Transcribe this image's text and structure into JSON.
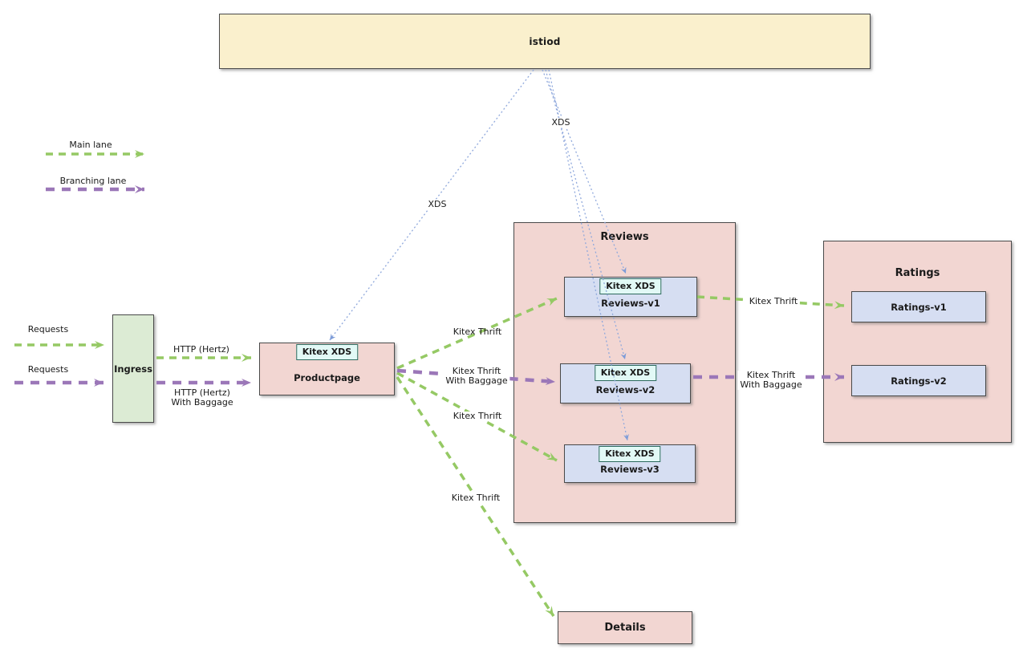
{
  "legend": {
    "main_label": "Main lane",
    "branching_label": "Branching lane"
  },
  "colors": {
    "main_lane_green": "#95c964",
    "branching_lane_purple": "#9b77b8",
    "xds_dotted_blue": "#8fa8dc",
    "istiod_fill": "#faf0cd",
    "service_pink_fill": "#f2d6d2",
    "ingress_green_fill": "#dcebd4",
    "version_blue_fill": "#d6def2",
    "badge_cyan_fill": "#e2f9f6"
  },
  "nodes": {
    "istiod": {
      "label": "istiod"
    },
    "ingress": {
      "label": "Ingress"
    },
    "productpage": {
      "badge": "Kitex XDS",
      "label": "Productpage"
    },
    "reviews": {
      "title": "Reviews",
      "versions": [
        {
          "badge": "Kitex XDS",
          "label": "Reviews-v1"
        },
        {
          "badge": "Kitex XDS",
          "label": "Reviews-v2"
        },
        {
          "badge": "Kitex XDS",
          "label": "Reviews-v3"
        }
      ]
    },
    "ratings": {
      "title": "Ratings",
      "versions": [
        {
          "label": "Ratings-v1"
        },
        {
          "label": "Ratings-v2"
        }
      ]
    },
    "details": {
      "label": "Details"
    }
  },
  "edges": {
    "requests_main": "Requests",
    "requests_branching": "Requests",
    "http_hertz": "HTTP (Hertz)",
    "http_hertz_baggage_line1": "HTTP (Hertz)",
    "http_hertz_baggage_line2": "With Baggage",
    "thrift_to_v1": "Kitex Thrift",
    "thrift_baggage_to_v2_line1": "Kitex Thrift",
    "thrift_baggage_to_v2_line2": "With Baggage",
    "thrift_to_v3": "Kitex Thrift",
    "thrift_to_details": "Kitex Thrift",
    "thrift_to_ratings_v1": "Kitex Thrift",
    "thrift_baggage_to_ratings_v2_line1": "Kitex Thrift",
    "thrift_baggage_to_ratings_v2_line2": "With Baggage",
    "xds_to_productpage": "XDS",
    "xds_to_reviews": "XDS"
  }
}
